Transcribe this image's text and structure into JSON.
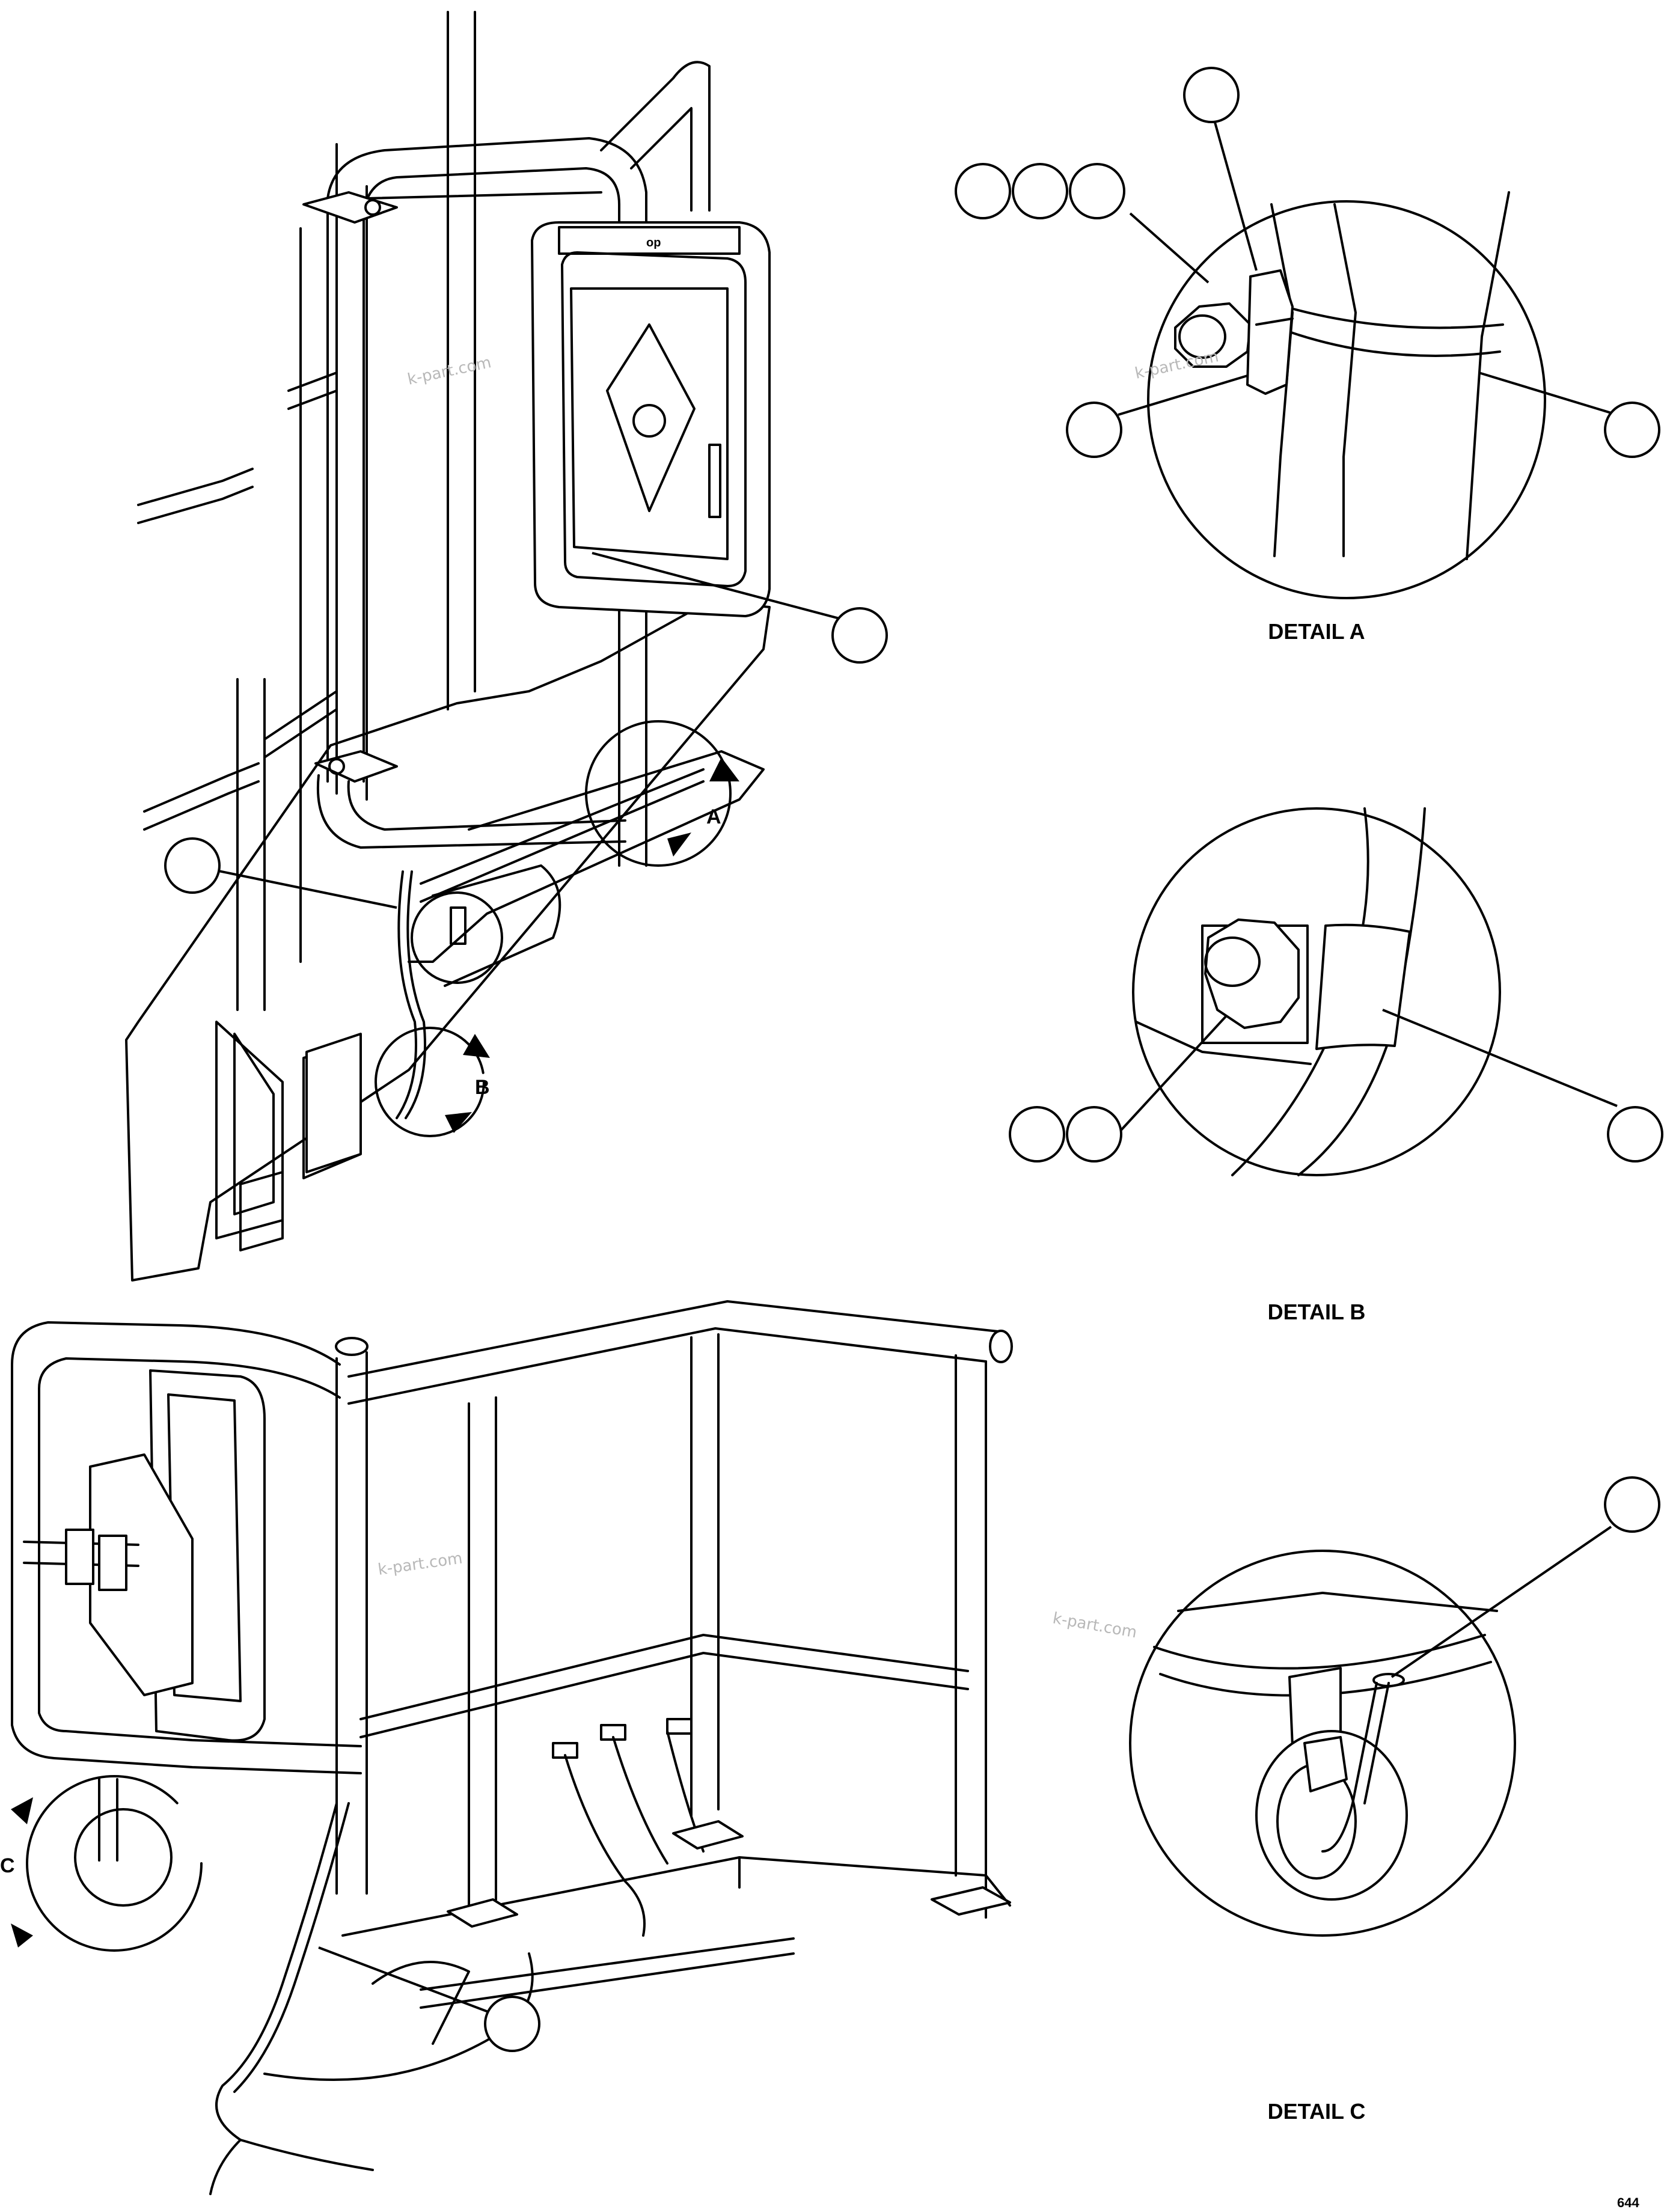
{
  "details": {
    "a": {
      "title": "DETAIL A",
      "view_marker": "A"
    },
    "b": {
      "title": "DETAIL B",
      "view_marker": "B"
    },
    "c": {
      "title": "DETAIL C",
      "view_marker": "C"
    }
  },
  "decal_text": "op",
  "watermarks": [
    "k-part.com",
    "k-part.com",
    "k-part.com",
    "k-part.com"
  ],
  "sheet_id": "644"
}
